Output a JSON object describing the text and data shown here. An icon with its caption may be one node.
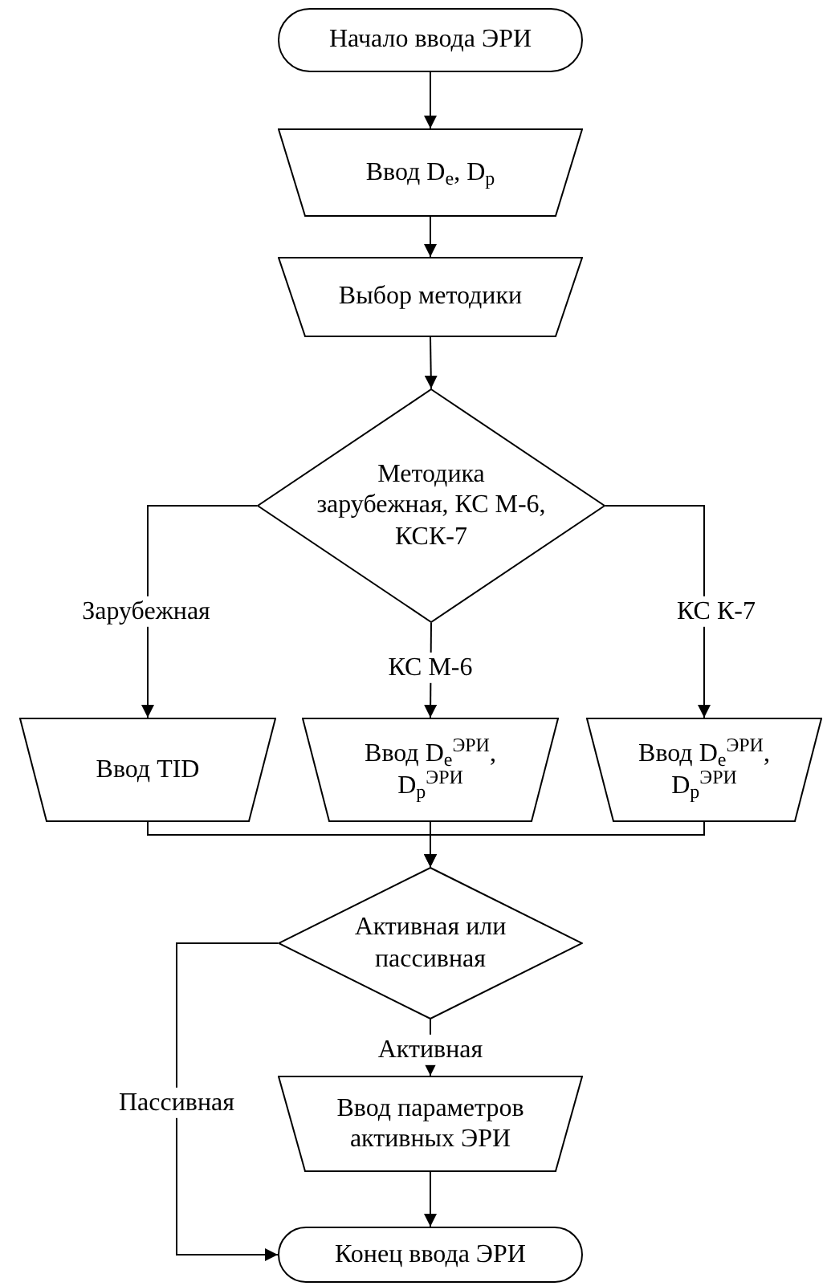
{
  "diagram": {
    "nodes": [
      {
        "text": [
          "Начало ввода ЭРИ"
        ]
      },
      {
        "text": [
          "Ввод D$_{e}$, D$_{p}$"
        ]
      },
      {
        "text": [
          "Выбор методики"
        ]
      },
      {
        "text": [
          "Методика зарубежная, КС М-6, КСК-7"
        ]
      },
      {
        "text": [
          "Ввод TID"
        ]
      },
      {
        "text": [
          "Ввод D$_{e}$$^{ЭРИ}$, D$_{p}$$^{ЭРИ}$"
        ]
      },
      {
        "text": [
          "Ввод D$_{e}$$^{ЭРИ}$, D$_{p}$$^{ЭРИ}$"
        ]
      },
      {
        "text": [
          "Активная или пассивная"
        ]
      },
      {
        "text": [
          "Ввод параметров активных ЭРИ"
        ]
      },
      {
        "text": [
          "Конец ввода ЭРИ"
        ]
      }
    ],
    "edges": [
      {
        "from": 0,
        "to": 1,
        "arrow": "to"
      },
      {
        "from": 1,
        "to": 2,
        "arrow": "to"
      },
      {
        "from": 2,
        "to": 3,
        "arrow": "to"
      },
      {
        "from": 3,
        "to": 4,
        "arrow": "to",
        "label": "Зарубежная"
      },
      {
        "from": 3,
        "to": 5,
        "arrow": "to",
        "label": "КС М-6"
      },
      {
        "from": 3,
        "to": 6,
        "arrow": "to",
        "label": "КС К-7"
      },
      {
        "from": 4,
        "to": 7,
        "arrow": "to"
      },
      {
        "from": 5,
        "to": 7,
        "arrow": "to"
      },
      {
        "from": 6,
        "to": 7,
        "arrow": "to"
      },
      {
        "from": 7,
        "to": 8,
        "arrow": "to",
        "label": "Активная"
      },
      {
        "from": 7,
        "to": 9,
        "arrow": "to",
        "label": "Пассивная"
      },
      {
        "from": 8,
        "to": 9,
        "arrow": "to"
      }
    ]
  }
}
